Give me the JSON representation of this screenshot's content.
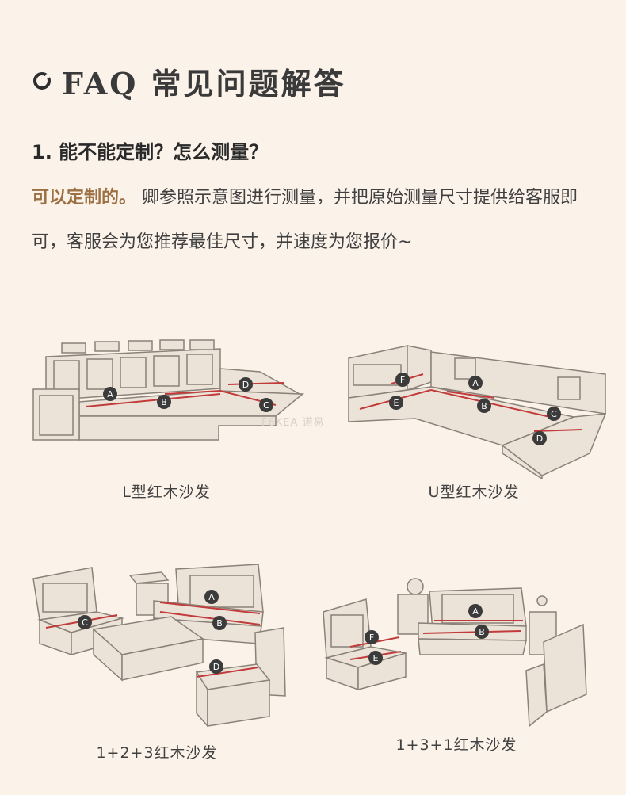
{
  "header": {
    "title": "FAQ 常见问题解答"
  },
  "faq": {
    "question": "1. 能不能定制？怎么测量？",
    "answer_highlight": "可以定制的。",
    "answer_text": "卿参照示意图进行测量，并把原始测量尺寸提供给客服即可，客服会为您推荐最佳尺寸，并速度为您报价~"
  },
  "diagrams": {
    "l_shape": {
      "caption": "L型红木沙发",
      "labels": [
        "A",
        "B",
        "C",
        "D"
      ]
    },
    "u_shape": {
      "caption": "U型红木沙发",
      "labels": [
        "A",
        "B",
        "C",
        "D",
        "E",
        "F"
      ]
    },
    "set_123": {
      "caption": "1+2+3红木沙发",
      "labels": [
        "A",
        "B",
        "C",
        "D"
      ]
    },
    "set_131": {
      "caption": "1+3+1红木沙发",
      "labels": [
        "A",
        "B",
        "E",
        "F"
      ]
    }
  },
  "watermark": "F6KEA 诺易",
  "colors": {
    "background": "#fbf3ea",
    "accent": "#9c7042",
    "measure_line": "#c23b3b",
    "marker": "#3b3b3b"
  }
}
